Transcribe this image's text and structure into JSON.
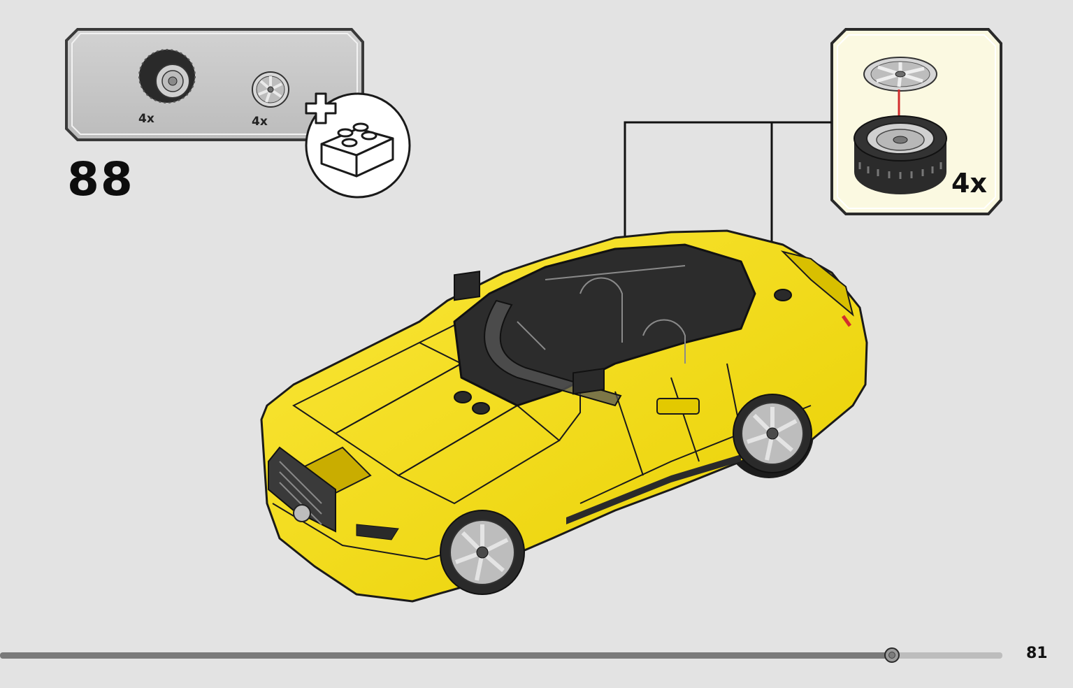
{
  "step": {
    "number": "88"
  },
  "parts_list": {
    "items": [
      {
        "name": "tire",
        "icon": "tire-icon",
        "quantity": "4x"
      },
      {
        "name": "rim",
        "icon": "rim-icon",
        "quantity": "4x"
      }
    ]
  },
  "callout": {
    "quantity": "4x",
    "icons": [
      "rim-icon",
      "tire-icon",
      "red-arrow-icon"
    ]
  },
  "add_icon": "add-brick-icon",
  "model": {
    "subject": "yellow-convertible-car",
    "body_color": "#f7e11e"
  },
  "footer": {
    "page_number": "81",
    "progress": 0.89
  },
  "colors": {
    "background": "#e3e3e3",
    "callout_bg": "#fbf9e1",
    "panel_bg": "#c9c9c9",
    "accent_red": "#d22d2d"
  }
}
